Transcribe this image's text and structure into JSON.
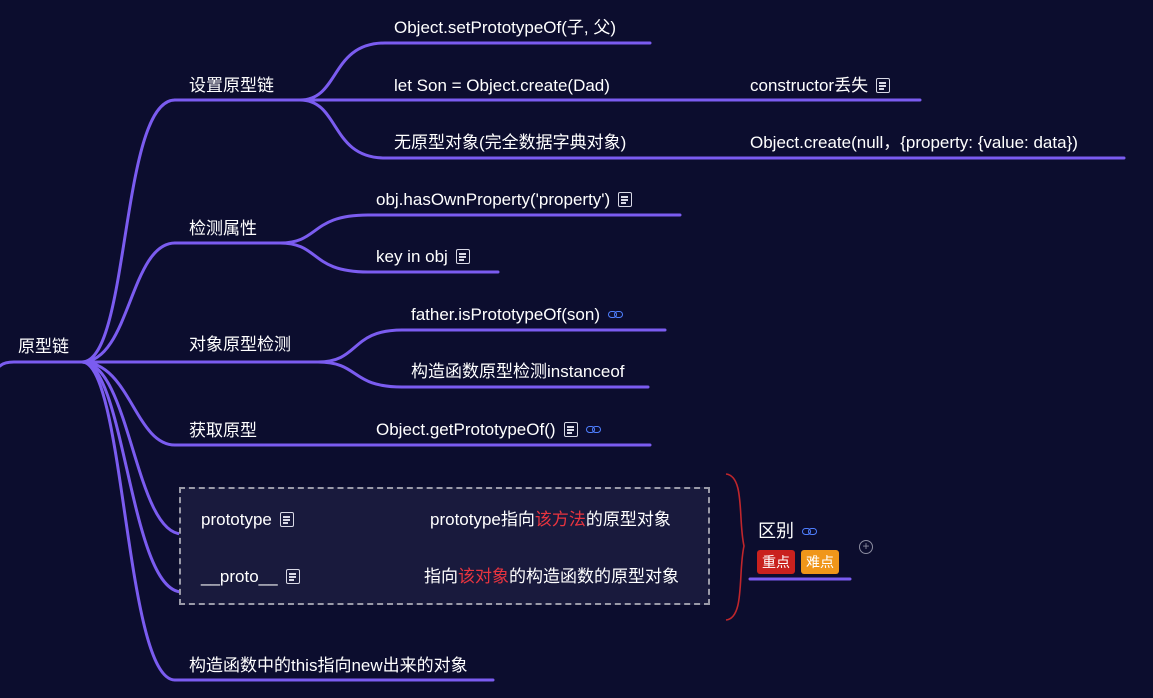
{
  "root": {
    "label": "原型链"
  },
  "branches": {
    "set_chain": {
      "label": "设置原型链",
      "children": {
        "set_proto": "Object.setPrototypeOf(子, 父)",
        "create": "let Son = Object.create(Dad)",
        "create_note": "constructor丢失",
        "no_proto": "无原型对象(完全数据字典对象)",
        "no_proto_detail": "Object.create(null，{property: {value: data})"
      }
    },
    "check_prop": {
      "label": "检测属性",
      "children": {
        "has_own": "obj.hasOwnProperty('property')",
        "key_in": "key in obj"
      }
    },
    "proto_check": {
      "label": "对象原型检测",
      "children": {
        "is_proto": "father.isPrototypeOf(son)",
        "instanceof": "构造函数原型检测instanceof"
      }
    },
    "get_proto": {
      "label": "获取原型",
      "children": {
        "get": "Object.getPrototypeOf()"
      }
    },
    "prototype_group": {
      "prototype": "prototype",
      "prototype_desc_prefix": "prototype指向",
      "prototype_desc_highlight": "该方法",
      "prototype_desc_suffix": "的原型对象",
      "proto": "__proto__",
      "proto_desc_prefix": "指向",
      "proto_desc_highlight": "该对象",
      "proto_desc_suffix": "的构造函数的原型对象",
      "summary": "区别",
      "tags": [
        "重点",
        "难点"
      ]
    },
    "this_point": {
      "label": "构造函数中的this指向new出来的对象"
    }
  },
  "colors": {
    "background": "#0c0d2e",
    "branch": "#7b5cf0",
    "highlight": "#e8343f",
    "link": "#4f7fff",
    "brace": "#c0262c",
    "tag_key": "#c9211e",
    "tag_hard": "#f0961a"
  },
  "icons": [
    "note-icon",
    "link-icon",
    "add-icon"
  ]
}
